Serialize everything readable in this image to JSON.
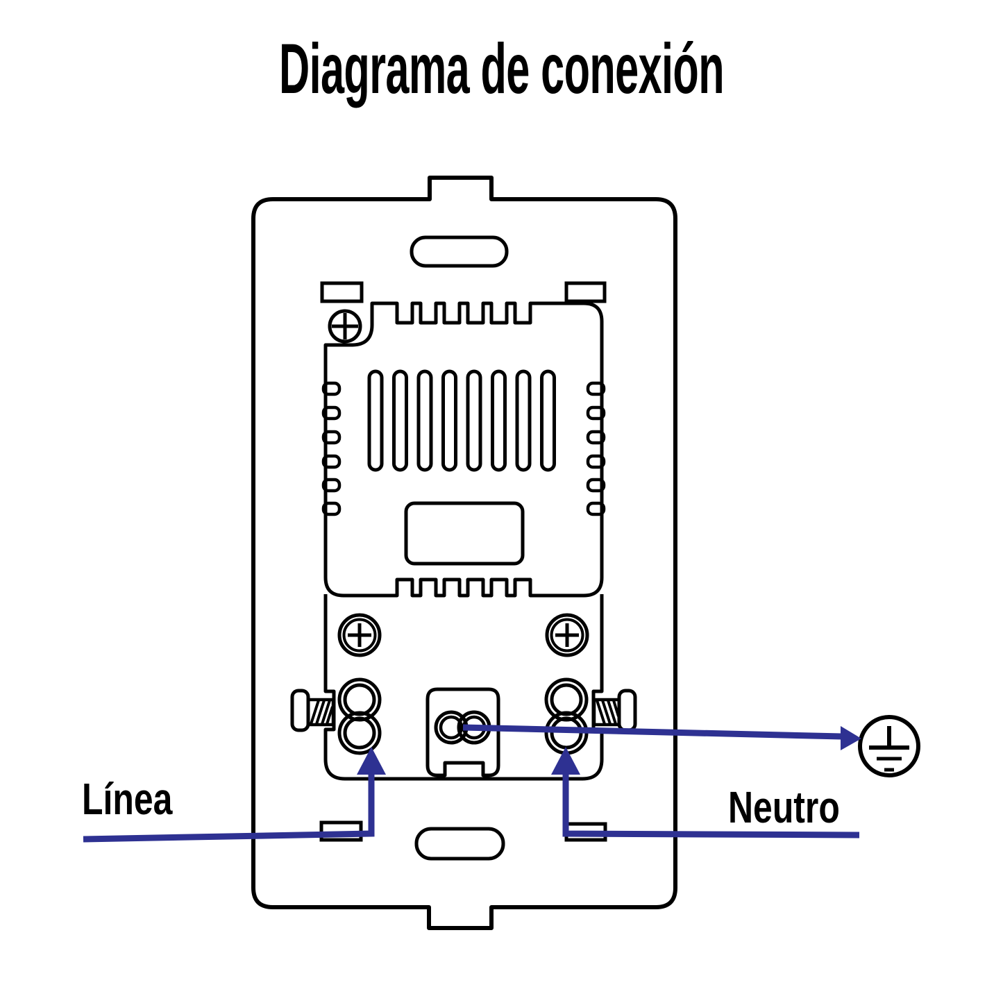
{
  "title": "Diagrama de conexión",
  "labels": {
    "line": "Línea",
    "neutral": "Neutro"
  },
  "colors": {
    "wire_blue": "#2e3192",
    "ink": "#000000",
    "background": "#ffffff"
  },
  "icons": {
    "ground": "earth-ground-symbol",
    "screw_front": "phillips-screw",
    "screw_side": "side-machine-screw",
    "arrows": "wire-direction-arrow"
  }
}
